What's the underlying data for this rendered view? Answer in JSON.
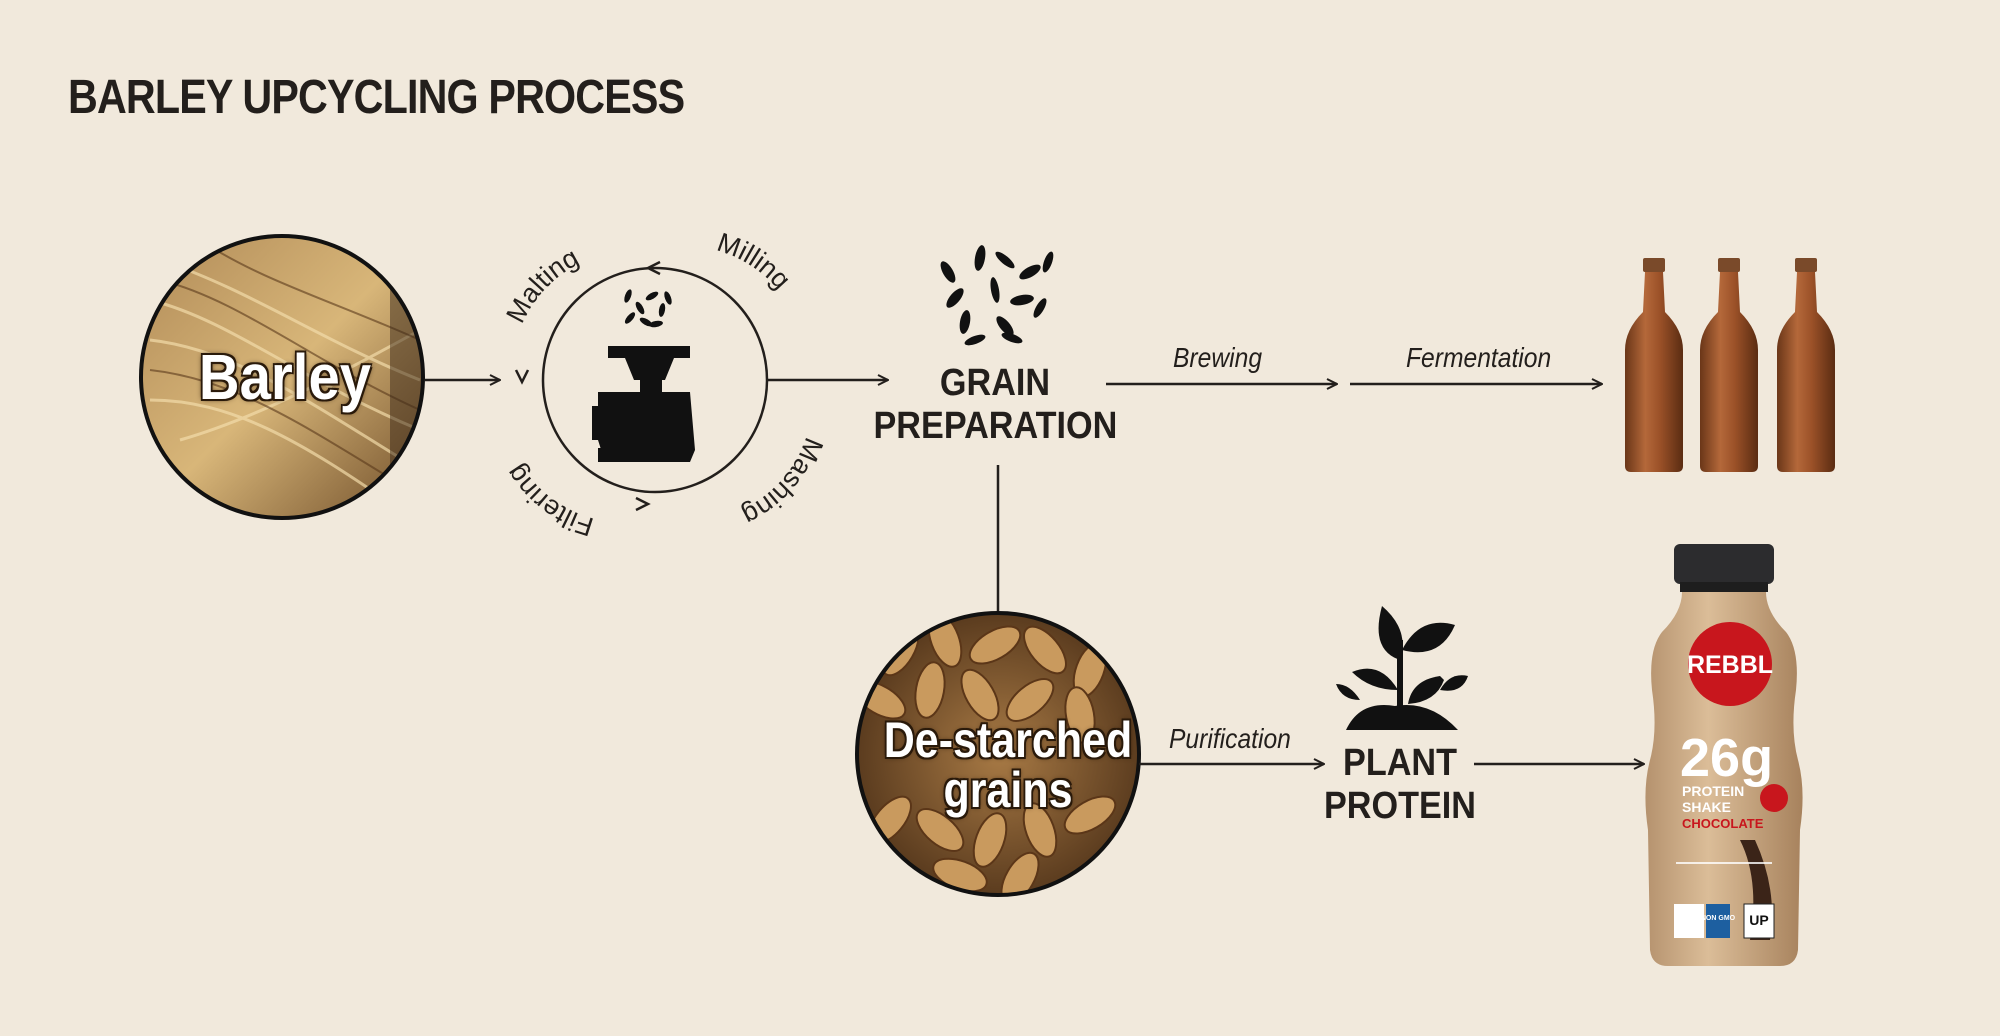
{
  "title": "BARLEY UPCYCLING PROCESS",
  "nodes": {
    "barley": "Barley",
    "grain_preparation": "GRAIN\nPREPARATION",
    "destarched": "De-starched\ngrains",
    "plant_protein": "PLANT\nPROTEIN"
  },
  "cycle_steps": [
    "Malting",
    "Milling",
    "Mashing",
    "Filtering"
  ],
  "edges": {
    "brewing": "Brewing",
    "fermentation": "Fermentation",
    "purification": "Purification"
  },
  "product": {
    "brand": "REBBL",
    "protein": "26g",
    "line1": "PROTEIN",
    "line2": "SHAKE",
    "flavor": "CHOCOLATE",
    "badge_left": "NON GMO",
    "badge_right": "UP"
  },
  "icons": [
    "grain-mill-icon",
    "grain-scatter-icon",
    "plant-sprout-icon",
    "beer-bottle-icon",
    "protein-shake-bottle-icon"
  ]
}
